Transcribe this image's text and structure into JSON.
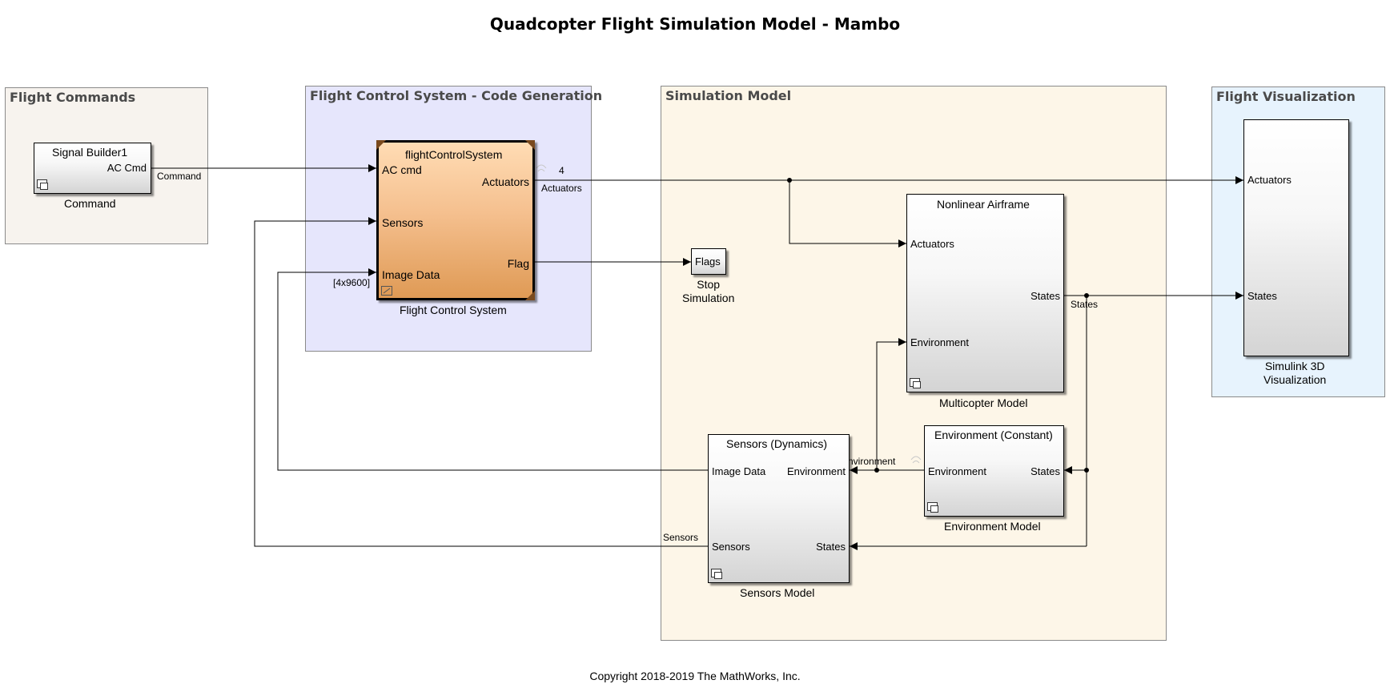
{
  "title": "Quadcopter Flight Simulation Model - Mambo",
  "copyright": "Copyright 2018-2019 The MathWorks, Inc.",
  "areas": {
    "commands": "Flight Commands",
    "control": "Flight Control System - Code Generation",
    "simulation": "Simulation Model",
    "visualization": "Flight Visualization"
  },
  "blocks": {
    "signal_builder": {
      "name": "Signal Builder1",
      "port_out": "AC Cmd",
      "caption": "Command"
    },
    "fcs": {
      "name": "flightControlSystem",
      "in_ac": "AC cmd",
      "in_sensors": "Sensors",
      "in_image": "Image Data",
      "out_actuators": "Actuators",
      "out_flag": "Flag",
      "caption": "Flight Control System"
    },
    "flags": {
      "name": "Flags",
      "caption_line1": "Stop",
      "caption_line2": "Simulation"
    },
    "airframe": {
      "name": "Nonlinear Airframe",
      "in_actuators": "Actuators",
      "in_environment": "Environment",
      "out_states": "States",
      "caption": "Multicopter Model"
    },
    "environment": {
      "name": "Environment (Constant)",
      "out_environment": "Environment",
      "in_states": "States",
      "caption": "Environment Model"
    },
    "sensors": {
      "name": "Sensors (Dynamics)",
      "out_image": "Image Data",
      "in_environment": "Environment",
      "out_sensors": "Sensors",
      "in_states": "States",
      "caption": "Sensors Model"
    },
    "viz": {
      "in_actuators": "Actuators",
      "in_states": "States",
      "caption_line1": "Simulink 3D",
      "caption_line2": "Visualization"
    }
  },
  "signals": {
    "command": "Command",
    "actuators": "Actuators",
    "actuators_width": "4",
    "image_dims": "[4x9600]",
    "states": "States",
    "environment": "Environment",
    "sensors": "Sensors"
  }
}
